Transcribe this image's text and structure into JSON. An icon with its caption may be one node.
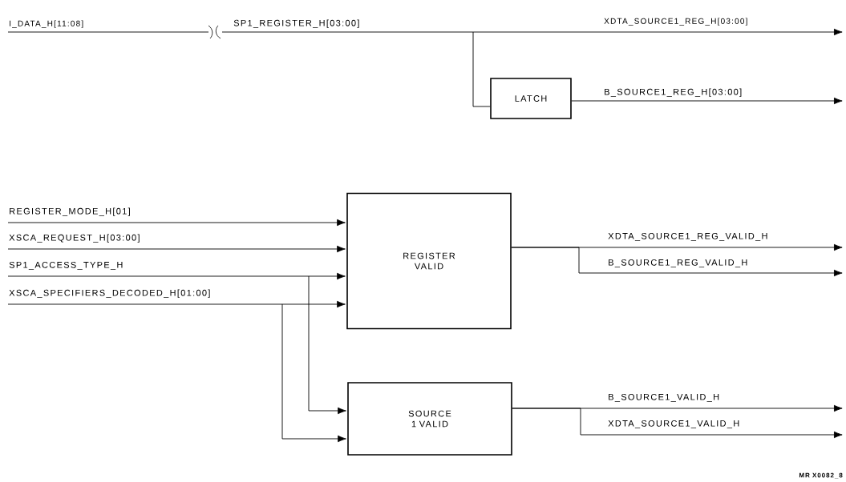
{
  "diagram": {
    "nodes": [
      {
        "text": [
          "LATCH"
        ]
      },
      {
        "text": [
          "REGISTER VALID"
        ]
      },
      {
        "text": [
          "SOURCE 1 VALID"
        ]
      }
    ],
    "edges": [
      {
        "from": null,
        "to": 0,
        "arrow": "none",
        "label": "SP1_REGISTER_H[03:00]"
      },
      {
        "from": 0,
        "to": null,
        "arrow": "to",
        "label": "B_SOURCE1_REG_H[03:00]"
      },
      {
        "from": null,
        "to": 1,
        "arrow": "to",
        "label": "REGISTER_MODE_H[01]"
      },
      {
        "from": null,
        "to": 1,
        "arrow": "to",
        "label": "XSCA_REQUEST_H[03:00]"
      },
      {
        "from": null,
        "to": 1,
        "arrow": "to",
        "label": "SP1_ACCESS_TYPE_H"
      },
      {
        "from": null,
        "to": 1,
        "arrow": "to",
        "label": "XSCA_SPECIFIERS_DECODED_H[01:00]"
      },
      {
        "from": null,
        "to": 2,
        "arrow": "to"
      },
      {
        "from": null,
        "to": 2,
        "arrow": "to"
      },
      {
        "from": 1,
        "to": null,
        "arrow": "to",
        "label": "XDTA_SOURCE1_REG_VALID_H"
      },
      {
        "from": 1,
        "to": null,
        "arrow": "to",
        "label": "B_SOURCE1_REG_VALID_H"
      },
      {
        "from": 2,
        "to": null,
        "arrow": "to",
        "label": "B_SOURCE1_VALID_H"
      },
      {
        "from": 2,
        "to": null,
        "arrow": "to",
        "label": "XDTA_SOURCE1_VALID_H"
      }
    ],
    "labels": [
      "I_DATA_H[11:08]",
      "XDTA_SOURCE1_REG_H[03:00]",
      "MR X0082_8"
    ]
  }
}
